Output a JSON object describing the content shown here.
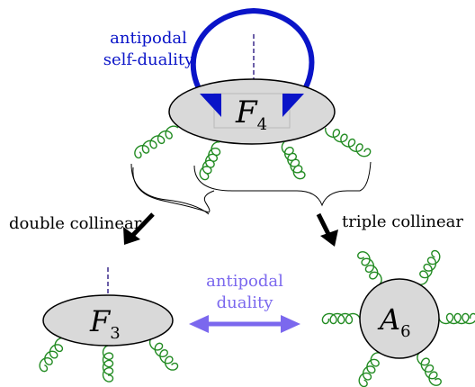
{
  "colors": {
    "blob_fill": "#d9d9d9",
    "outline": "#000000",
    "gluon": "#228b22",
    "self_duality_arrow": "#0a14c8",
    "duality_arrow": "#7b68ee",
    "limit_arrow": "#000000",
    "dashed_line": "#3b2a8c"
  },
  "labels": {
    "self_duality_line1": "antipodal",
    "self_duality_line2": "self-duality",
    "f4_letter": "F",
    "f4_sub": "4",
    "f3_letter": "F",
    "f3_sub": "3",
    "a6_letter": "A",
    "a6_sub": "6",
    "double_collinear": "double collinear",
    "triple_collinear": "triple collinear",
    "duality_line1": "antipodal",
    "duality_line2": "duality"
  },
  "icons": {
    "gluon": "curly-gluon-line",
    "operator": "dashed-operator-line",
    "self_duality": "circular-arrow-icon",
    "duality": "double-headed-arrow-icon"
  }
}
